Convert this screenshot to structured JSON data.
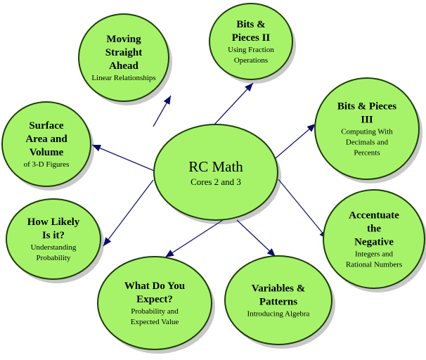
{
  "center": {
    "title": "RC Math",
    "subtitle": "Cores 2 and 3"
  },
  "nodes": [
    {
      "key": "moving-straight-ahead",
      "title": [
        "Moving",
        "Straight",
        "Ahead"
      ],
      "subtitle": [
        "Linear Relationships"
      ]
    },
    {
      "key": "bits-and-pieces-2",
      "title": [
        "Bits &",
        "Pieces II"
      ],
      "subtitle": [
        "Using Fraction",
        "Operations"
      ]
    },
    {
      "key": "bits-and-pieces-3",
      "title": [
        "Bits & Pieces",
        "III"
      ],
      "subtitle": [
        "Computing With",
        "Decimals and",
        "Percents"
      ]
    },
    {
      "key": "surface-area-and-volume",
      "title": [
        "Surface",
        "Area and",
        "Volume"
      ],
      "subtitle": [
        "of 3-D Figures"
      ]
    },
    {
      "key": "accentuate-the-negative",
      "title": [
        "Accentuate",
        "the",
        "Negative"
      ],
      "subtitle": [
        "Integers and",
        "Rational Numbers"
      ]
    },
    {
      "key": "how-likely-is-it",
      "title": [
        "How Likely",
        "Is it?"
      ],
      "subtitle": [
        "Understanding",
        "Probability"
      ]
    },
    {
      "key": "what-do-you-expect",
      "title": [
        "What Do You",
        "Expect?"
      ],
      "subtitle": [
        "Probability and",
        "Expected Value"
      ]
    },
    {
      "key": "variables-and-patterns",
      "title": [
        "Variables &",
        "Patterns"
      ],
      "subtitle": [
        "Introducing Algebra"
      ]
    }
  ],
  "colors": {
    "node_fill": "#a6f36a",
    "node_stroke": "#1f3d0b",
    "arrow": "#15157a"
  }
}
